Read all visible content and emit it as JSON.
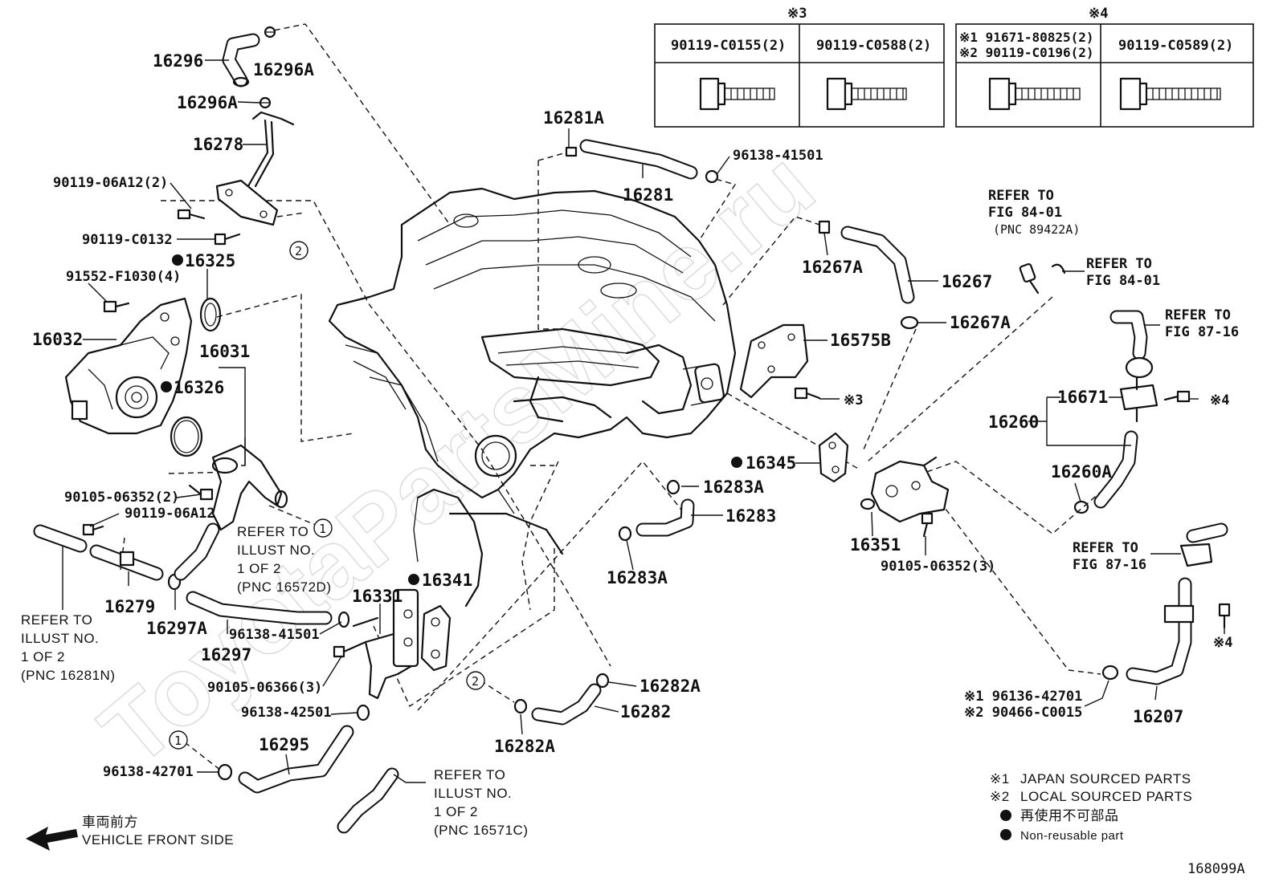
{
  "watermark": "ToyotaPartsMine.ru",
  "diagram_id": "168099A",
  "direction": {
    "jp": "車両前方",
    "en": "VEHICLE FRONT SIDE"
  },
  "fastener_tables": [
    {
      "mark": "※3",
      "cells": [
        "90119-C0155(2)",
        "90119-C0588(2)"
      ]
    },
    {
      "mark": "※4",
      "cells_a": [
        "※1 91671-80825(2)",
        "※2 90119-C0196(2)"
      ],
      "cell_b": "90119-C0589(2)"
    }
  ],
  "callouts": [
    "16296",
    "16296A",
    "16296A",
    "16278",
    "90119-06A12(2)",
    "90119-C0132",
    "16325",
    "91552-F1030(4)",
    "16032",
    "16031",
    "16326",
    "90105-06352(2)",
    "90119-06A12",
    "16279",
    "16297A",
    "16297",
    "96138-41501",
    "16331",
    "16341",
    "90105-06366(3)",
    "96138-42501",
    "16295",
    "96138-42701",
    "16281A",
    "16281",
    "96138-41501",
    "16267A",
    "16267",
    "16267A",
    "16575B",
    "16345",
    "16283A",
    "16283",
    "16283A",
    "16351",
    "90105-06352(3)",
    "16282A",
    "16282",
    "16282A",
    "16671",
    "16260",
    "16260A",
    "16207",
    "※1 96136-42701",
    "※2 90466-C0015",
    "※3",
    "※4",
    "※4"
  ],
  "refers": [
    {
      "lines": [
        "REFER TO",
        "ILLUST NO.",
        "1 OF 2",
        "(PNC 16572D)"
      ]
    },
    {
      "lines": [
        "REFER TO",
        "ILLUST NO.",
        "1 OF 2",
        "(PNC 16281N)"
      ]
    },
    {
      "lines": [
        "REFER TO",
        "ILLUST NO.",
        "1 OF 2",
        "(PNC 16571C)"
      ]
    },
    {
      "lines": [
        "REFER TO",
        "FIG 84-01",
        "(PNC 89422A)"
      ]
    },
    {
      "lines": [
        "REFER TO",
        "FIG 84-01"
      ]
    },
    {
      "lines": [
        "REFER TO",
        "FIG 87-16"
      ]
    },
    {
      "lines": [
        "REFER TO",
        "FIG 87-16"
      ]
    }
  ],
  "circle_refs": [
    "1",
    "1",
    "2",
    "2"
  ],
  "legend": [
    {
      "mark": "※1",
      "text": "JAPAN SOURCED PARTS"
    },
    {
      "mark": "※2",
      "text": "LOCAL SOURCED PARTS"
    },
    {
      "mark": "●",
      "text": "再使用不可部品"
    },
    {
      "mark": "●",
      "text": "Non-reusable part"
    }
  ]
}
